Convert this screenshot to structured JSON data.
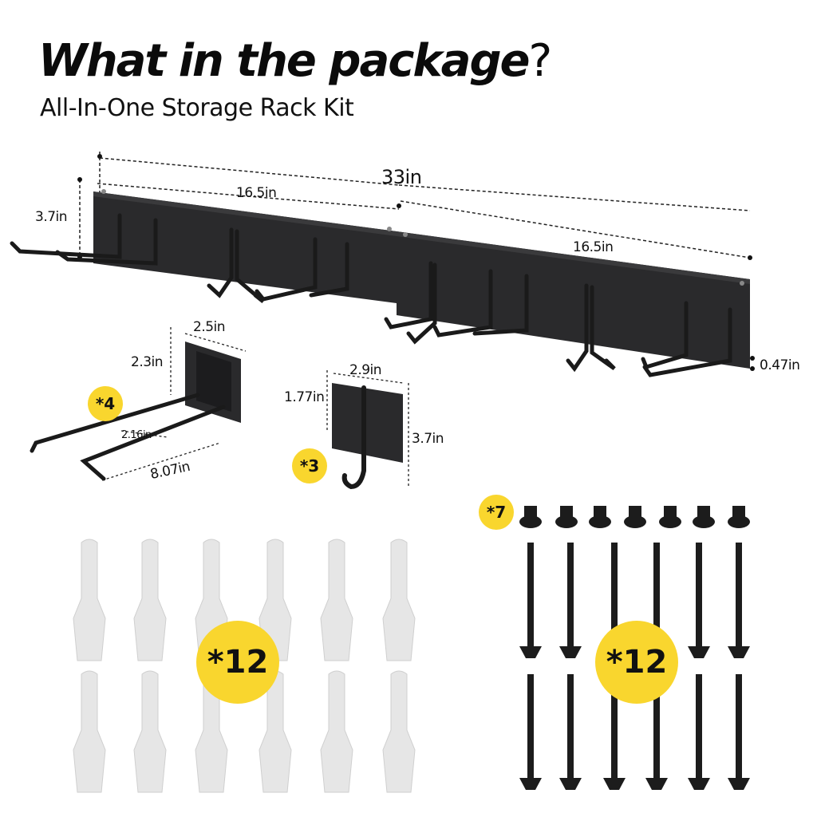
{
  "header": {
    "title": "What in the package",
    "title_mark": "?",
    "subtitle": "All-In-One Storage Rack Kit"
  },
  "rack": {
    "total_length": "33in",
    "left_length": "16.5in",
    "right_length": "16.5in",
    "height": "3.7in",
    "depth": "0.47in"
  },
  "double_hook": {
    "width": "2.5in",
    "height": "2.3in",
    "gap": "2.16in",
    "length": "8.07in",
    "quantity": "*4"
  },
  "single_hook": {
    "width": "2.9in",
    "height": "1.77in",
    "length": "3.7in",
    "quantity": "*3"
  },
  "hardware": {
    "short_screws_qty": "*7",
    "anchors_qty": "*12",
    "long_screws_qty": "*12"
  },
  "colors": {
    "rack": "#2a2a2c",
    "badge": "#f9d62e",
    "anchor": "#e6e6e6"
  }
}
